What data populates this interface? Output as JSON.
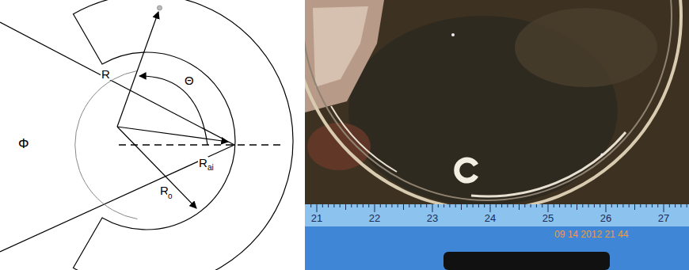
{
  "diagram": {
    "labels": [
      "R",
      "Θ",
      "Φ",
      "R",
      "ai",
      "R",
      "o",
      "21",
      "22",
      "23",
      "24",
      "25",
      "26",
      "27",
      "09 14 2012 21 44"
    ]
  }
}
